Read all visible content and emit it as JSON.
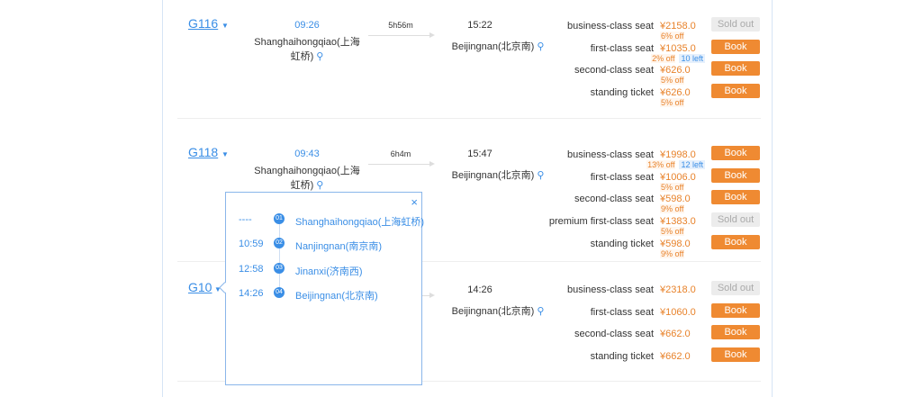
{
  "colors": {
    "accent": "#3a8ee6",
    "price": "#e8822a",
    "book": "#ef8a32",
    "sold_out": "#ececec"
  },
  "icons": {
    "station": "map-pin-icon",
    "expand": "caret-down-icon",
    "close": "close-icon"
  },
  "trains": [
    {
      "number": "G116",
      "depart_time": "09:26",
      "depart_station": "Shanghaihongqiao(上海虹桥)",
      "duration": "5h56m",
      "arrive_time": "15:22",
      "arrive_station": "Beijingnan(北京南)",
      "seats": [
        {
          "name": "business-class seat",
          "price": "¥2158.0",
          "discount": "6% off",
          "left": "",
          "action": "Sold out"
        },
        {
          "name": "first-class seat",
          "price": "¥1035.0",
          "discount": "2% off",
          "left": "10 left",
          "action": "Book"
        },
        {
          "name": "second-class seat",
          "price": "¥626.0",
          "discount": "5% off",
          "left": "",
          "action": "Book"
        },
        {
          "name": "standing ticket",
          "price": "¥626.0",
          "discount": "5% off",
          "left": "",
          "action": "Book"
        }
      ]
    },
    {
      "number": "G118",
      "depart_time": "09:43",
      "depart_station": "Shanghaihongqiao(上海虹桥)",
      "duration": "6h4m",
      "arrive_time": "15:47",
      "arrive_station": "Beijingnan(北京南)",
      "seats": [
        {
          "name": "business-class seat",
          "price": "¥1998.0",
          "discount": "13% off",
          "left": "12 left",
          "action": "Book"
        },
        {
          "name": "first-class seat",
          "price": "¥1006.0",
          "discount": "5% off",
          "left": "",
          "action": "Book"
        },
        {
          "name": "second-class seat",
          "price": "¥598.0",
          "discount": "9% off",
          "left": "",
          "action": "Book"
        },
        {
          "name": "premium first-class seat",
          "price": "¥1383.0",
          "discount": "5% off",
          "left": "",
          "action": "Sold out"
        },
        {
          "name": "standing ticket",
          "price": "¥598.0",
          "discount": "9% off",
          "left": "",
          "action": "Book"
        }
      ]
    },
    {
      "number": "G10",
      "depart_time": "",
      "depart_station": "",
      "duration": "",
      "arrive_time": "14:26",
      "arrive_station": "Beijingnan(北京南)",
      "seats": [
        {
          "name": "business-class seat",
          "price": "¥2318.0",
          "discount": "",
          "left": "",
          "action": "Sold out"
        },
        {
          "name": "first-class seat",
          "price": "¥1060.0",
          "discount": "",
          "left": "",
          "action": "Book"
        },
        {
          "name": "second-class seat",
          "price": "¥662.0",
          "discount": "",
          "left": "",
          "action": "Book"
        },
        {
          "name": "standing ticket",
          "price": "¥662.0",
          "discount": "",
          "left": "",
          "action": "Book"
        }
      ]
    }
  ],
  "stops_popup": {
    "close": "×",
    "stops": [
      {
        "time": "----",
        "seq": "01",
        "station": "Shanghaihongqiao(上海虹桥)"
      },
      {
        "time": "10:59",
        "seq": "02",
        "station": "Nanjingnan(南京南)"
      },
      {
        "time": "12:58",
        "seq": "03",
        "station": "Jinanxi(济南西)"
      },
      {
        "time": "14:26",
        "seq": "04",
        "station": "Beijingnan(北京南)"
      }
    ]
  }
}
